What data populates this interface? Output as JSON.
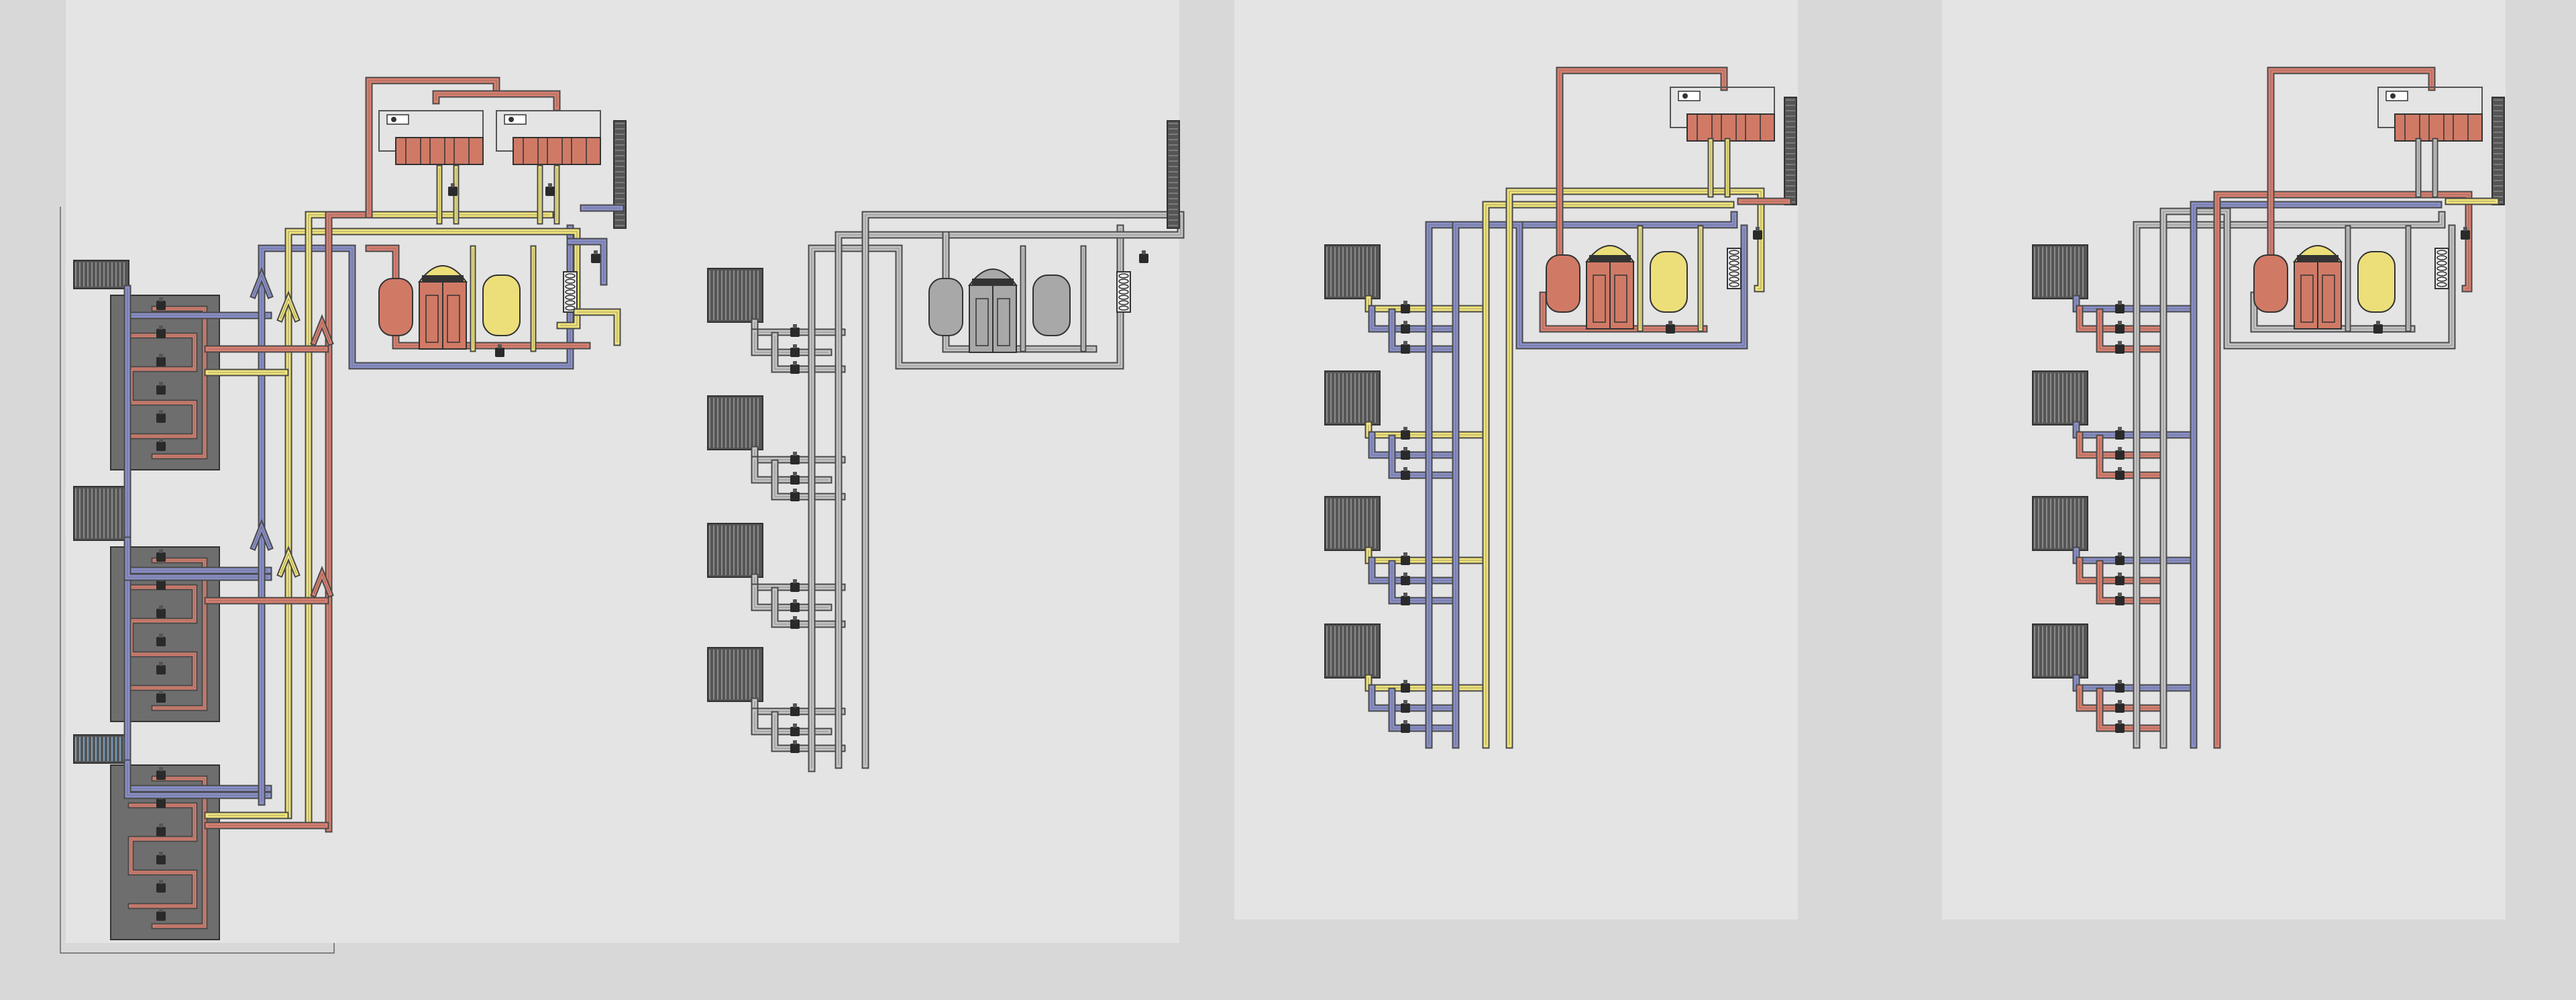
{
  "document": {
    "title": "",
    "background_color": "#d8d8d8",
    "panel_color": "#e4e4e4"
  },
  "colors": {
    "hot_loop": "#d98070",
    "cold_loop": "#8a90c8",
    "feed_loop": "#f0e47c",
    "neutral_loop": "#c4c4c4",
    "pipe_outline": "#4a4a4a",
    "rack_fill": "#6e6e6e",
    "vessel_hot": "#d07a66",
    "vessel_yellow": "#ecdf7a",
    "vessel_gray": "#a8a8a8",
    "valve": "#2a2a2a"
  },
  "panels": [
    {
      "id": "panel-1",
      "variant": "full-system",
      "equipment": [
        "radiator-rack",
        "radiator-rack",
        "radiator-rack",
        "generator",
        "generator",
        "reactor",
        "heat-exchanger",
        "separator-tank",
        "buffer-tank",
        "vent-stack",
        "y-junction",
        "y-junction",
        "y-junction",
        "y-junction"
      ]
    },
    {
      "id": "panel-2",
      "variant": "unpowered",
      "equipment": [
        "radiator",
        "radiator",
        "radiator",
        "radiator",
        "reactor",
        "heat-exchanger",
        "separator-tank",
        "buffer-tank",
        "vent-stack"
      ]
    },
    {
      "id": "panel-3",
      "variant": "feed-and-cold-loops",
      "equipment": [
        "radiator",
        "radiator",
        "radiator",
        "radiator",
        "generator",
        "reactor",
        "heat-exchanger",
        "separator-tank",
        "buffer-tank",
        "vent-stack"
      ]
    },
    {
      "id": "panel-4",
      "variant": "hot-and-cold-loops",
      "equipment": [
        "radiator",
        "radiator",
        "radiator",
        "radiator",
        "generator",
        "reactor",
        "heat-exchanger",
        "separator-tank",
        "buffer-tank",
        "vent-stack"
      ]
    }
  ]
}
